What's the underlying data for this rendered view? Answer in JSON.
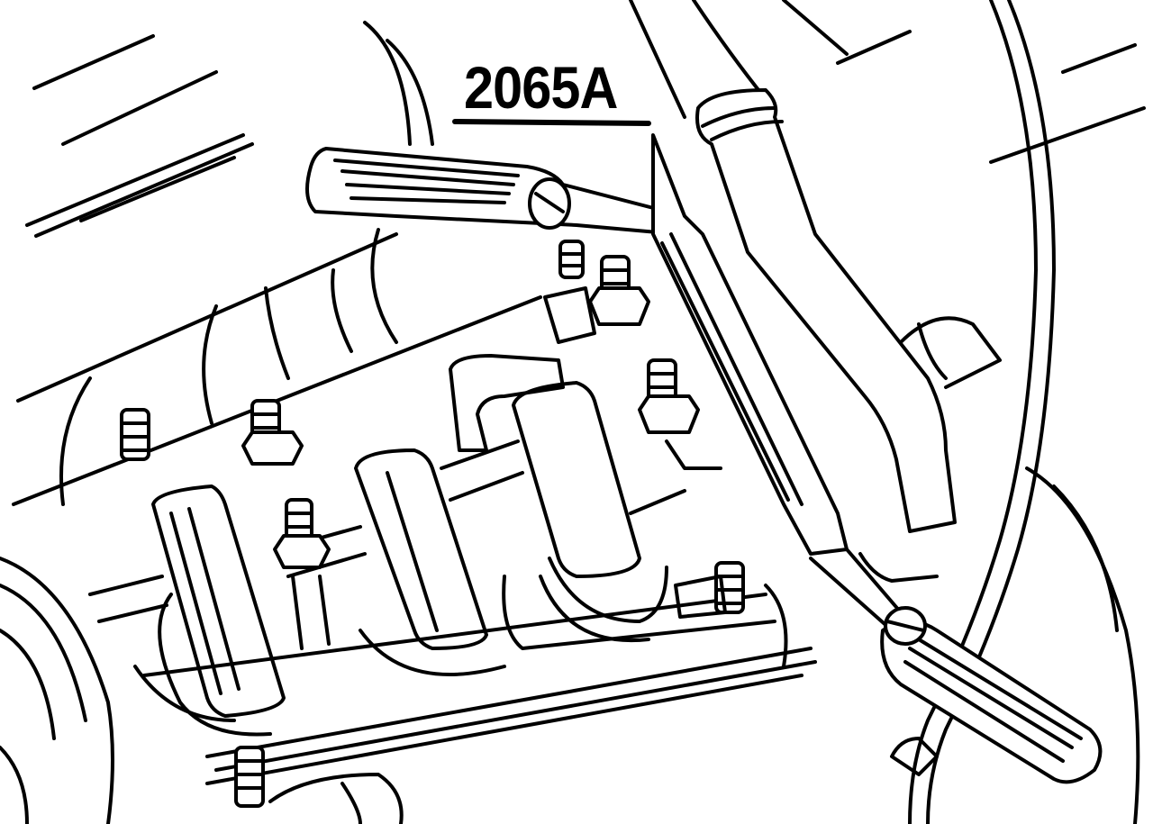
{
  "diagram": {
    "part_label": "2065A",
    "colors": {
      "line": "#000000",
      "background": "#ffffff"
    },
    "components": [
      "tool-upper-handle",
      "tool-lower-handle",
      "bearing-caps",
      "crankshaft",
      "studs-and-nuts",
      "hose",
      "cable"
    ]
  }
}
